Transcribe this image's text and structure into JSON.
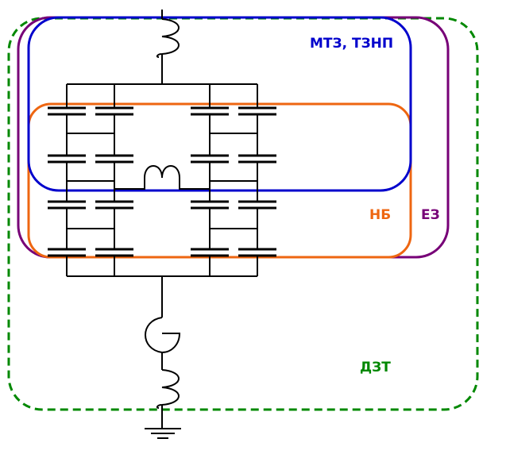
{
  "zones": {
    "mtz": {
      "label": "МТЗ, ТЗНП",
      "color": "#0000cc"
    },
    "nb": {
      "label": "НБ",
      "color": "#ee6611"
    },
    "ez": {
      "label": "ЕЗ",
      "color": "#770077"
    },
    "dzt": {
      "label": "ДЗТ",
      "color": "#008800"
    }
  },
  "line_color": "#000000"
}
